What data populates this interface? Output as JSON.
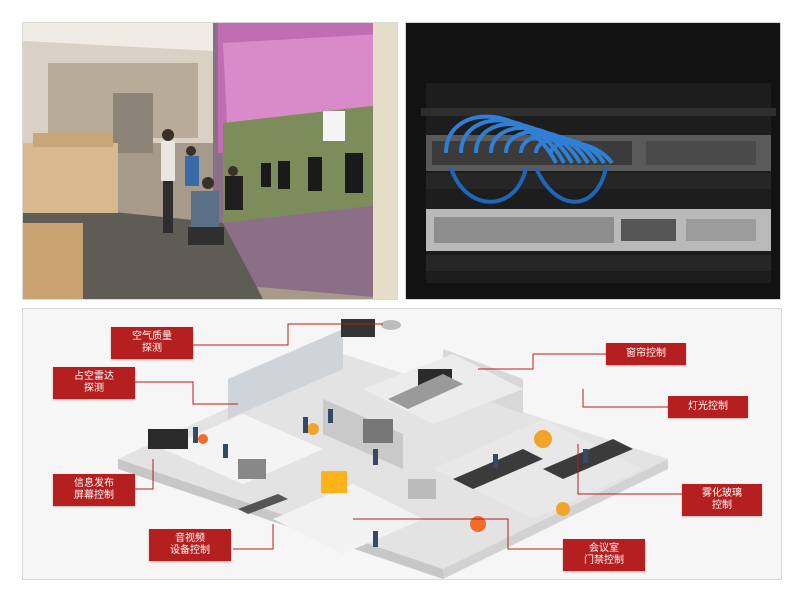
{
  "photo_left": {
    "sign_text": ""
  },
  "labels": {
    "air_quality": "空气质量\n探测",
    "occupancy_radar": "占空雷达\n探测",
    "info_screen": "信息发布\n屏幕控制",
    "av_control": "音视频\n设备控制",
    "curtain": "窗帘控制",
    "lighting": "灯光控制",
    "smart_glass": "雾化玻璃\n控制",
    "meeting_access": "会议室\n门禁控制"
  },
  "colors": {
    "label_bg": "#b51f1f",
    "leader_line": "#b51f1f",
    "floor": "#e9e9e9",
    "accent_orange": "#f0a52a"
  }
}
